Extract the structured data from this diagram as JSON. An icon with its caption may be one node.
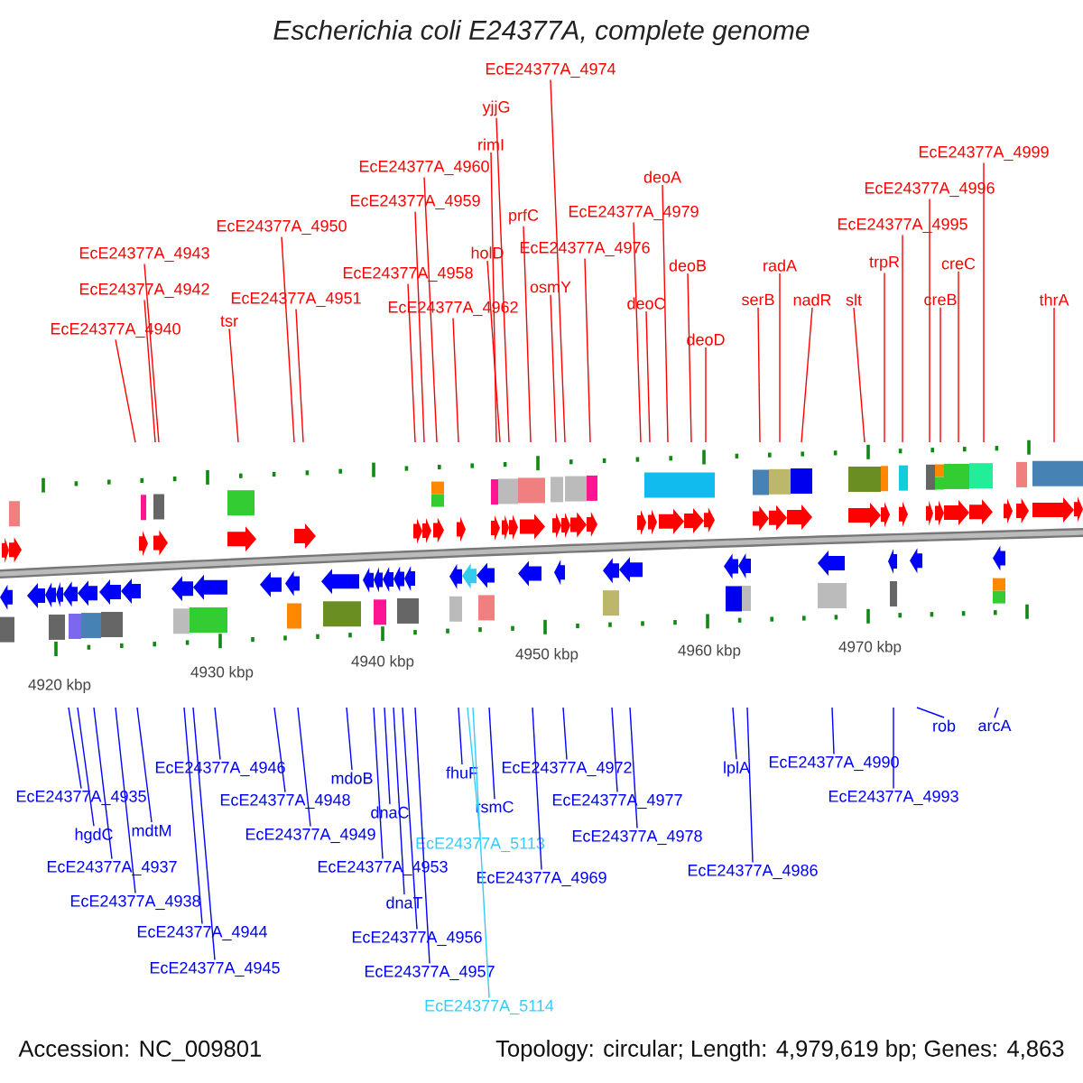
{
  "diagram": {
    "title": "Escherichia coli E24377A, complete genome",
    "nodes": [
      {
        "text": [
          "EcE24377A_4974"
        ]
      },
      {
        "text": [
          "yjjG"
        ]
      },
      {
        "text": [
          "rimI"
        ]
      },
      {
        "text": [
          "EcE24377A_4999"
        ]
      },
      {
        "text": [
          "EcE24377A_4960"
        ]
      },
      {
        "text": [
          "deoA"
        ]
      },
      {
        "text": [
          "EcE24377A_4996"
        ]
      },
      {
        "text": [
          "EcE24377A_4959"
        ]
      },
      {
        "text": [
          "EcE24377A_4979"
        ]
      },
      {
        "text": [
          "prfC"
        ]
      },
      {
        "text": [
          "EcE24377A_4995"
        ]
      },
      {
        "text": [
          "EcE24377A_4950"
        ]
      },
      {
        "text": [
          "EcE24377A_4976"
        ]
      },
      {
        "text": [
          "holD"
        ]
      },
      {
        "text": [
          "EcE24377A_4943"
        ]
      },
      {
        "text": [
          "creC"
        ]
      },
      {
        "text": [
          "trpR"
        ]
      },
      {
        "text": [
          "deoB"
        ]
      },
      {
        "text": [
          "radA"
        ]
      },
      {
        "text": [
          "EcE24377A_4958"
        ]
      },
      {
        "text": [
          "osmY"
        ]
      },
      {
        "text": [
          "EcE24377A_4942"
        ]
      },
      {
        "text": [
          "EcE24377A_4951"
        ]
      },
      {
        "text": [
          "serB"
        ]
      },
      {
        "text": [
          "nadR"
        ]
      },
      {
        "text": [
          "slt"
        ]
      },
      {
        "text": [
          "creB"
        ]
      },
      {
        "text": [
          "thrA"
        ]
      },
      {
        "text": [
          "deoC"
        ]
      },
      {
        "text": [
          "EcE24377A_4962"
        ]
      },
      {
        "text": [
          "tsr"
        ]
      },
      {
        "text": [
          "EcE24377A_4940"
        ]
      },
      {
        "text": [
          "deoD"
        ]
      },
      {
        "text": [
          "rob"
        ]
      },
      {
        "text": [
          "arcA"
        ]
      },
      {
        "text": [
          "EcE24377A_4990"
        ]
      },
      {
        "text": [
          "EcE24377A_4946"
        ]
      },
      {
        "text": [
          "EcE24377A_4972"
        ]
      },
      {
        "text": [
          "lplA"
        ]
      },
      {
        "text": [
          "fhuF"
        ]
      },
      {
        "text": [
          "mdoB"
        ]
      },
      {
        "text": [
          "EcE24377A_4935"
        ]
      },
      {
        "text": [
          "EcE24377A_4993"
        ]
      },
      {
        "text": [
          "EcE24377A_4948"
        ]
      },
      {
        "text": [
          "EcE24377A_4977"
        ]
      },
      {
        "text": [
          "rsmC"
        ]
      },
      {
        "text": [
          "dnaC"
        ]
      },
      {
        "text": [
          "mdtM"
        ]
      },
      {
        "text": [
          "hgdC"
        ]
      },
      {
        "text": [
          "EcE24377A_4949"
        ]
      },
      {
        "text": [
          "EcE24377A_4978"
        ]
      },
      {
        "text": [
          "EcE24377A_5113"
        ]
      },
      {
        "text": [
          "EcE24377A_4937"
        ]
      },
      {
        "text": [
          "EcE24377A_4953"
        ]
      },
      {
        "text": [
          "EcE24377A_4986"
        ]
      },
      {
        "text": [
          "EcE24377A_4969"
        ]
      },
      {
        "text": [
          "EcE24377A_4938"
        ]
      },
      {
        "text": [
          "dnaT"
        ]
      },
      {
        "text": [
          "EcE24377A_4944"
        ]
      },
      {
        "text": [
          "EcE24377A_4956"
        ]
      },
      {
        "text": [
          "EcE24377A_4945"
        ]
      },
      {
        "text": [
          "EcE24377A_4957"
        ]
      },
      {
        "text": [
          "EcE24377A_5114"
        ]
      }
    ],
    "edges": [
      {
        "from": 0,
        "to": null,
        "arrow": "none",
        "color": "#ff0000"
      },
      {
        "from": 1,
        "to": null,
        "arrow": "none",
        "color": "#ff0000"
      },
      {
        "from": 2,
        "to": null,
        "arrow": "none",
        "color": "#ff0000"
      },
      {
        "from": 3,
        "to": null,
        "arrow": "none",
        "color": "#ff0000"
      },
      {
        "from": 4,
        "to": null,
        "arrow": "none",
        "color": "#ff0000"
      },
      {
        "from": 5,
        "to": null,
        "arrow": "none",
        "color": "#ff0000"
      },
      {
        "from": 6,
        "to": null,
        "arrow": "none",
        "color": "#ff0000"
      },
      {
        "from": 7,
        "to": null,
        "arrow": "none",
        "color": "#ff0000"
      },
      {
        "from": 8,
        "to": null,
        "arrow": "none",
        "color": "#ff0000"
      },
      {
        "from": 9,
        "to": null,
        "arrow": "none",
        "color": "#ff0000"
      },
      {
        "from": 10,
        "to": null,
        "arrow": "none",
        "color": "#ff0000"
      },
      {
        "from": 11,
        "to": null,
        "arrow": "none",
        "color": "#ff0000"
      },
      {
        "from": 12,
        "to": null,
        "arrow": "none",
        "color": "#ff0000"
      },
      {
        "from": 13,
        "to": null,
        "arrow": "none",
        "color": "#ff0000"
      },
      {
        "from": 14,
        "to": null,
        "arrow": "none",
        "color": "#ff0000"
      },
      {
        "from": 15,
        "to": null,
        "arrow": "none",
        "color": "#ff0000"
      },
      {
        "from": 16,
        "to": null,
        "arrow": "none",
        "color": "#ff0000"
      },
      {
        "from": 17,
        "to": null,
        "arrow": "none",
        "color": "#ff0000"
      },
      {
        "from": 18,
        "to": null,
        "arrow": "none",
        "color": "#ff0000"
      },
      {
        "from": 19,
        "to": null,
        "arrow": "none",
        "color": "#ff0000"
      },
      {
        "from": 20,
        "to": null,
        "arrow": "none",
        "color": "#ff0000"
      },
      {
        "from": 21,
        "to": null,
        "arrow": "none",
        "color": "#ff0000"
      },
      {
        "from": 22,
        "to": null,
        "arrow": "none",
        "color": "#ff0000"
      },
      {
        "from": 23,
        "to": null,
        "arrow": "none",
        "color": "#ff0000"
      },
      {
        "from": 24,
        "to": null,
        "arrow": "none",
        "color": "#ff0000"
      },
      {
        "from": 25,
        "to": null,
        "arrow": "none",
        "color": "#ff0000"
      },
      {
        "from": 26,
        "to": null,
        "arrow": "none",
        "color": "#ff0000"
      },
      {
        "from": 27,
        "to": null,
        "arrow": "none",
        "color": "#ff0000"
      },
      {
        "from": 28,
        "to": null,
        "arrow": "none",
        "color": "#ff0000"
      },
      {
        "from": 29,
        "to": null,
        "arrow": "none",
        "color": "#ff0000"
      },
      {
        "from": 30,
        "to": null,
        "arrow": "none",
        "color": "#ff0000"
      },
      {
        "from": 31,
        "to": null,
        "arrow": "none",
        "color": "#ff0000"
      },
      {
        "from": 32,
        "to": null,
        "arrow": "none",
        "color": "#ff0000"
      },
      {
        "from": 33,
        "to": null,
        "arrow": "none",
        "color": "#0000ff"
      },
      {
        "from": 34,
        "to": null,
        "arrow": "none",
        "color": "#0000ff"
      },
      {
        "from": 35,
        "to": null,
        "arrow": "none",
        "color": "#0000ff"
      },
      {
        "from": 36,
        "to": null,
        "arrow": "none",
        "color": "#0000ff"
      },
      {
        "from": 37,
        "to": null,
        "arrow": "none",
        "color": "#0000ff"
      },
      {
        "from": 38,
        "to": null,
        "arrow": "none",
        "color": "#0000ff"
      },
      {
        "from": 39,
        "to": null,
        "arrow": "none",
        "color": "#0000ff"
      },
      {
        "from": 40,
        "to": null,
        "arrow": "none",
        "color": "#0000ff"
      },
      {
        "from": 41,
        "to": null,
        "arrow": "none",
        "color": "#0000ff"
      },
      {
        "from": 42,
        "to": null,
        "arrow": "none",
        "color": "#0000ff"
      },
      {
        "from": 43,
        "to": null,
        "arrow": "none",
        "color": "#0000ff"
      },
      {
        "from": 44,
        "to": null,
        "arrow": "none",
        "color": "#0000ff"
      },
      {
        "from": 45,
        "to": null,
        "arrow": "none",
        "color": "#0000ff"
      },
      {
        "from": 46,
        "to": null,
        "arrow": "none",
        "color": "#0000ff"
      },
      {
        "from": 47,
        "to": null,
        "arrow": "none",
        "color": "#0000ff"
      },
      {
        "from": 48,
        "to": null,
        "arrow": "none",
        "color": "#0000ff"
      },
      {
        "from": 49,
        "to": null,
        "arrow": "none",
        "color": "#0000ff"
      },
      {
        "from": 50,
        "to": null,
        "arrow": "none",
        "color": "#0000ff"
      },
      {
        "from": 51,
        "to": null,
        "arrow": "none",
        "color": "#33ccff"
      },
      {
        "from": 52,
        "to": null,
        "arrow": "none",
        "color": "#0000ff"
      },
      {
        "from": 53,
        "to": null,
        "arrow": "none",
        "color": "#0000ff"
      },
      {
        "from": 54,
        "to": null,
        "arrow": "none",
        "color": "#0000ff"
      },
      {
        "from": 55,
        "to": null,
        "arrow": "none",
        "color": "#0000ff"
      },
      {
        "from": 56,
        "to": null,
        "arrow": "none",
        "color": "#0000ff"
      },
      {
        "from": 57,
        "to": null,
        "arrow": "none",
        "color": "#0000ff"
      },
      {
        "from": 58,
        "to": null,
        "arrow": "none",
        "color": "#0000ff"
      },
      {
        "from": 59,
        "to": null,
        "arrow": "none",
        "color": "#0000ff"
      },
      {
        "from": 60,
        "to": null,
        "arrow": "none",
        "color": "#0000ff"
      },
      {
        "from": 61,
        "to": null,
        "arrow": "none",
        "color": "#0000ff"
      },
      {
        "from": 62,
        "to": null,
        "arrow": "none",
        "color": "#33ccff"
      }
    ],
    "labels": [
      "4920 kbp",
      "4930 kbp",
      "4940 kbp",
      "4950 kbp",
      "4960 kbp",
      "4970 kbp",
      "Accession: NC_009801",
      "Topology: circular; Length: 4,979,619 bp; Genes: 4,863"
    ]
  }
}
